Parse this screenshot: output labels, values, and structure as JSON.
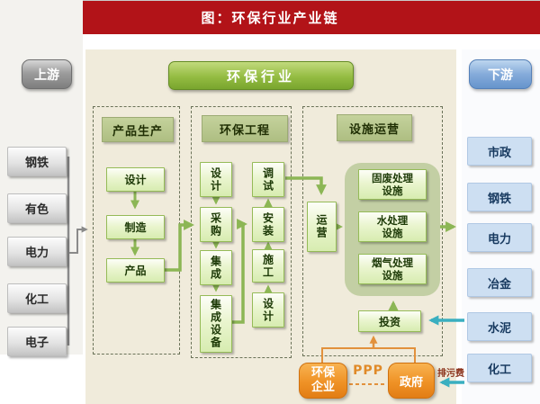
{
  "banner": {
    "title": "图：环保行业产业链"
  },
  "upstream": {
    "header": "上游",
    "items": [
      "钢铁",
      "有色",
      "电力",
      "化工",
      "电子"
    ]
  },
  "downstream": {
    "header": "下游",
    "items": [
      "市政",
      "钢铁",
      "电力",
      "冶金",
      "水泥",
      "化工"
    ]
  },
  "industry_label": "环保行业",
  "production": {
    "header": "产品生产",
    "steps": [
      "设计",
      "制造",
      "产品"
    ]
  },
  "engineering": {
    "header": "环保工程",
    "left_steps": [
      "设计",
      "采购",
      "集成",
      "集成设备"
    ],
    "right_steps": [
      "调试",
      "安装",
      "施工",
      "设计"
    ]
  },
  "operation": {
    "header": "设施运营",
    "operator": "运营",
    "facilities": [
      "固废处理\n设施",
      "水处理\n设施",
      "烟气处理\n设施"
    ],
    "investment": "投资"
  },
  "ppp": {
    "enterprise": "环保\n企业",
    "label": "PPP",
    "government": "政府",
    "fee_label": "排污费"
  },
  "colors": {
    "banner_red": "#b21318",
    "center_beige": "#f0ebdb",
    "green_arrow": "#8cb655",
    "gray_arrow": "#8a8a8a",
    "orange_line": "#e2913c",
    "teal_arrow": "#3aafc0",
    "orange_box": "#ef9226"
  }
}
